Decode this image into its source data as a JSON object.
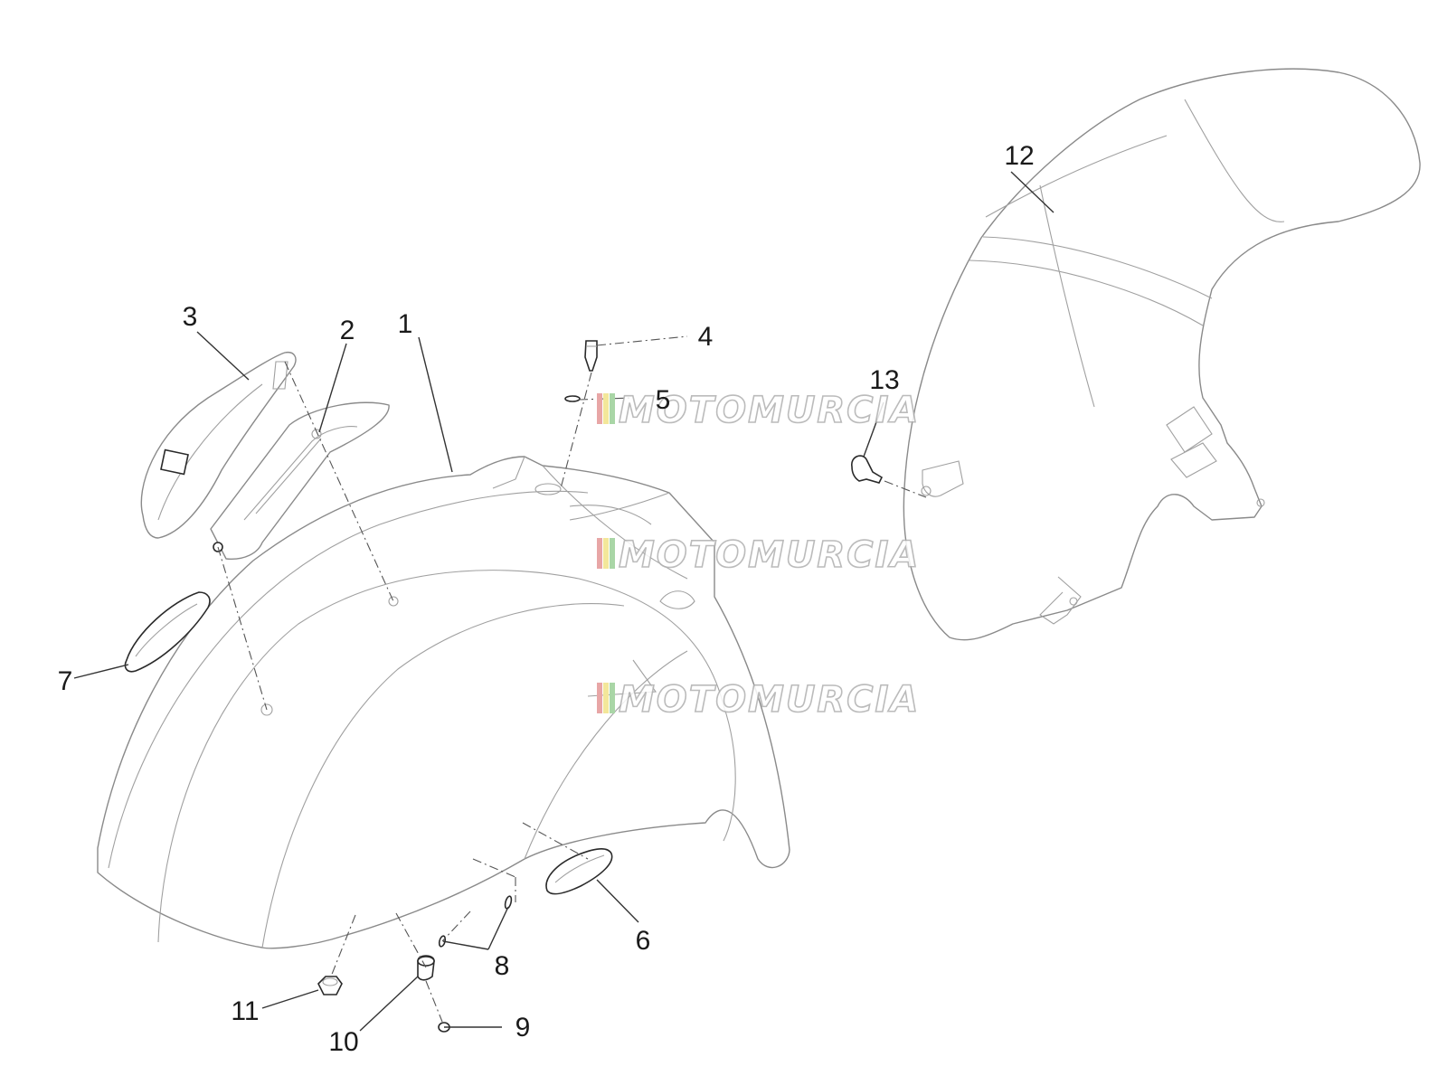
{
  "callouts": [
    "1",
    "2",
    "3",
    "4",
    "5",
    "6",
    "7",
    "8",
    "9",
    "10",
    "11",
    "12",
    "13"
  ],
  "watermark": {
    "text": "MOTOMURCIA",
    "stripe_colors": [
      "#e8a6a6",
      "#f3e79a",
      "#a9d6a6"
    ]
  }
}
